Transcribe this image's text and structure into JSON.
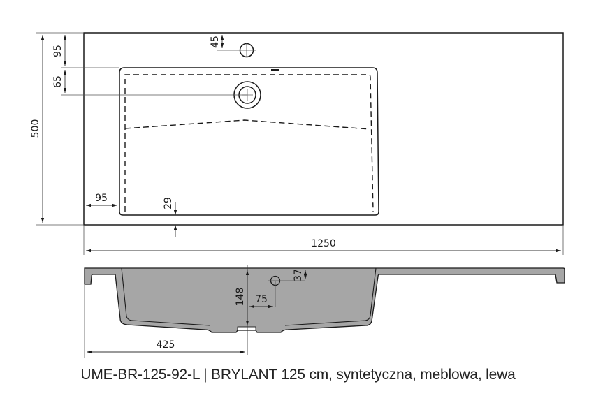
{
  "drawing": {
    "top_view": {
      "dimensions": {
        "overall_depth": "500",
        "overall_width": "1250",
        "top_to_bowl": "95",
        "bowl_edge_to_drain": "65",
        "top_to_tap_hole": "45",
        "left_to_bowl": "95",
        "bowl_to_front": "29"
      }
    },
    "side_view": {
      "dimensions": {
        "bowl_depth": "148",
        "tap_hole_height": "37",
        "tap_hole_offset": "75",
        "left_to_drain": "425"
      }
    },
    "colors": {
      "line": "#1a1a1a",
      "dim_line": "#555555",
      "section_fill": "#a6a6a6"
    }
  },
  "caption": "UME-BR-125-92-L | BRYLANT 125 cm, syntetyczna, meblowa, lewa"
}
